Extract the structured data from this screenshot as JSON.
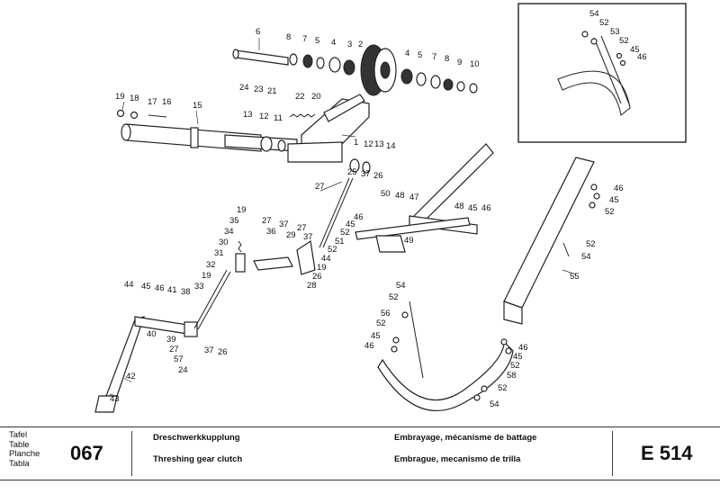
{
  "diagram": {
    "callouts": [
      "1",
      "2",
      "3",
      "4",
      "5",
      "6",
      "7",
      "8",
      "9",
      "10",
      "11",
      "12",
      "13",
      "14",
      "15",
      "16",
      "17",
      "18",
      "19",
      "20",
      "21",
      "22",
      "23",
      "24",
      "25",
      "26",
      "27",
      "28",
      "29",
      "30",
      "31",
      "32",
      "33",
      "34",
      "35",
      "36",
      "37",
      "38",
      "39",
      "40",
      "41",
      "42",
      "43",
      "44",
      "45",
      "46",
      "47",
      "48",
      "49",
      "50",
      "51",
      "52",
      "53",
      "54",
      "55",
      "56",
      "57",
      "58"
    ]
  },
  "footer": {
    "plate_labels": [
      "Tafel",
      "Table",
      "Planche",
      "Tabla"
    ],
    "plate_number": "067",
    "title_de": "Dreschwerkkupplung",
    "title_en": "Threshing gear clutch",
    "title_fr": "Embrayage, mécanisme de battage",
    "title_es": "Embrague, mecanismo de trilla",
    "model_code": "E 514"
  }
}
